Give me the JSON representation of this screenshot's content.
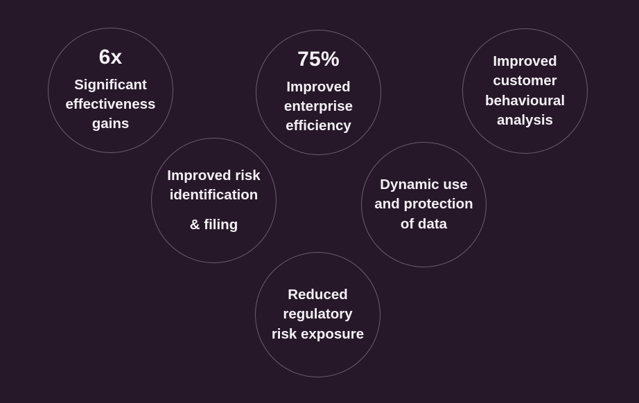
{
  "page": {
    "background_color": "#271829",
    "circle_stroke_color": "#6b5b70",
    "text_color": "#f4f0f6"
  },
  "bubbles": [
    {
      "id": "significant-effectiveness-gains",
      "stat": "6x",
      "label": "Significant\neffectiveness\ngains",
      "extra": ""
    },
    {
      "id": "improved-enterprise-efficiency",
      "stat": "75%",
      "label": "Improved\nenterprise\nefficiency",
      "extra": ""
    },
    {
      "id": "improved-customer-behavioural-analysis",
      "stat": "",
      "label": "Improved\ncustomer\nbehavioural\nanalysis",
      "extra": ""
    },
    {
      "id": "improved-risk-identification-and-filing",
      "stat": "",
      "label": "Improved risk\nidentification",
      "extra": "& filing"
    },
    {
      "id": "dynamic-use-and-protection-of-data",
      "stat": "",
      "label": "Dynamic use\nand protection\nof data",
      "extra": ""
    },
    {
      "id": "reduced-regulatory-risk-exposure",
      "stat": "",
      "label": "Reduced\nregulatory\nrisk exposure",
      "extra": ""
    }
  ]
}
